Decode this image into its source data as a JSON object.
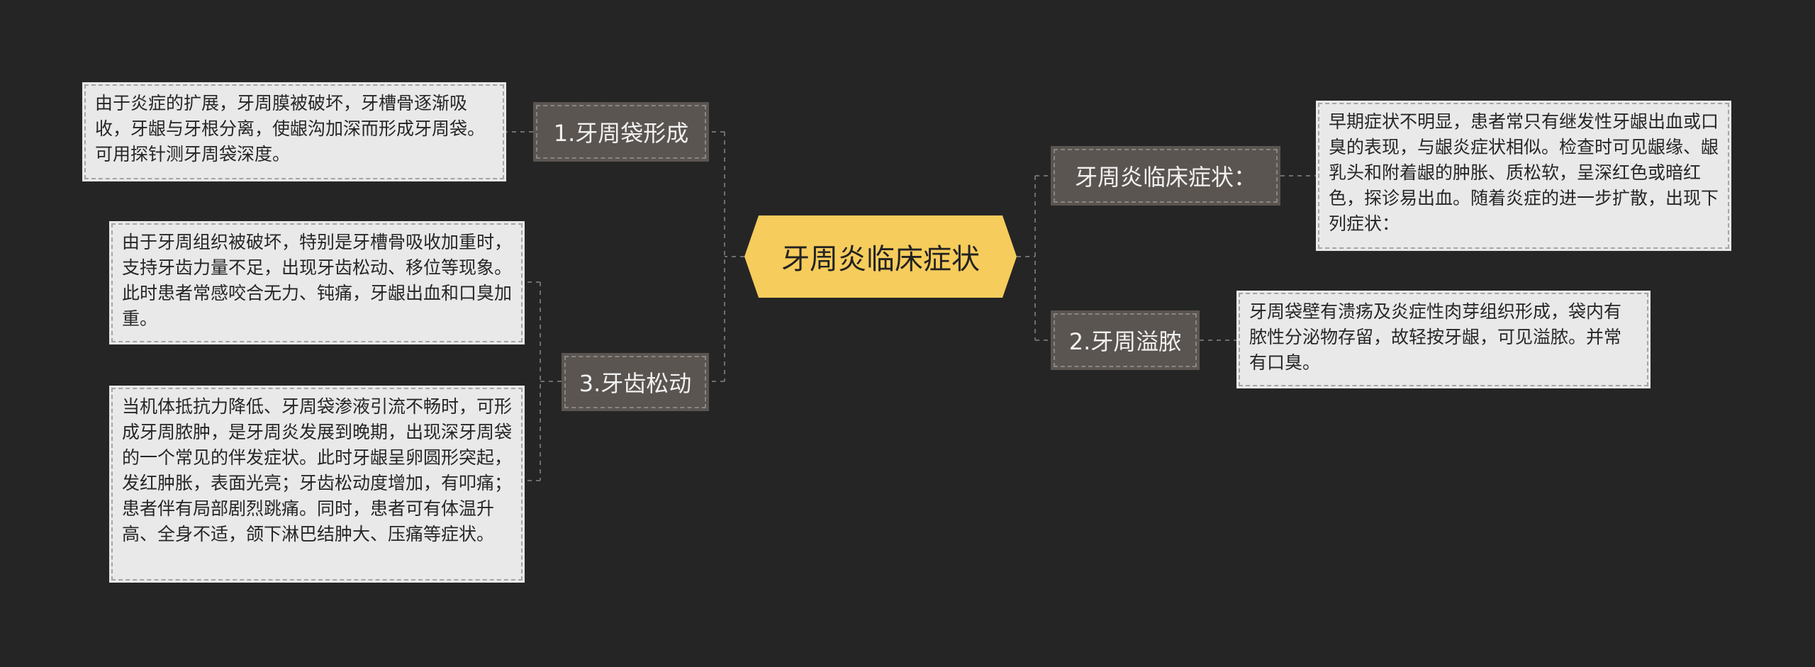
{
  "center": {
    "title": "牙周炎临床症状"
  },
  "branches": {
    "b1": {
      "label": "1.牙周袋形成"
    },
    "b3": {
      "label": "3.牙齿松动"
    },
    "bclin": {
      "label": "牙周炎临床症状："
    },
    "b2": {
      "label": "2.牙周溢脓"
    }
  },
  "notes": {
    "n1": "由于炎症的扩展，牙周膜被破坏，牙槽骨逐渐吸收，牙龈与牙根分离，使龈沟加深而形成牙周袋。可用探针测牙周袋深度。",
    "n3a": "由于牙周组织被破坏，特别是牙槽骨吸收加重时，支持牙齿力量不足，出现牙齿松动、移位等现象。此时患者常感咬合无力、钝痛，牙龈出血和口臭加重。",
    "n3b": "当机体抵抗力降低、牙周袋渗液引流不畅时，可形成牙周脓肿，是牙周炎发展到晚期，出现深牙周袋的一个常见的伴发症状。此时牙龈呈卵圆形突起，发红肿胀，表面光亮；牙齿松动度增加，有叩痛；患者伴有局部剧烈跳痛。同时，患者可有体温升高、全身不适，颌下淋巴结肿大、压痛等症状。",
    "nclin": "早期症状不明显，患者常只有继发性牙龈出血或口臭的表现，与龈炎症状相似。检查时可见龈缘、龈乳头和附着龈的肿胀、质松软，呈深红色或暗红色，探诊易出血。随着炎症的进一步扩散，出现下列症状：",
    "n2": "牙周袋壁有溃疡及炎症性肉芽组织形成，袋内有脓性分泌物存留，故轻按牙龈，可见溢脓。并常有口臭。"
  },
  "colors": {
    "background": "#252525",
    "center_fill": "#f6cc5c",
    "branch_fill": "#5a5551",
    "note_fill": "#e9e9e9",
    "connector": "#6e6e6e"
  }
}
